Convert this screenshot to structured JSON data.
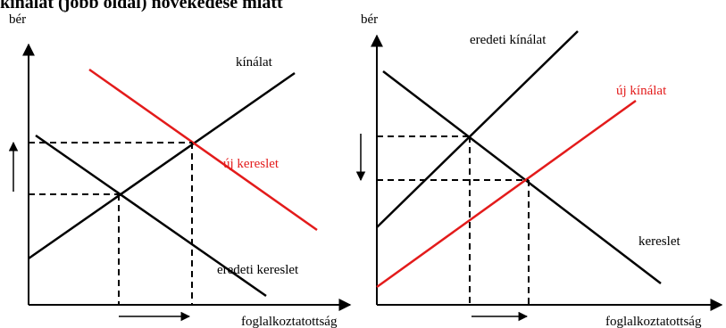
{
  "title": "kínálat (jobb oldal) növekedése miatt",
  "colors": {
    "black": "#000000",
    "red": "#e31b1b"
  },
  "left": {
    "y_label": "bér",
    "x_label": "foglalkoztatottság",
    "supply_label": "kínálat",
    "new_demand_label": "új kereslet",
    "orig_demand_label": "eredeti kereslet"
  },
  "right": {
    "y_label": "bér",
    "x_label": "foglalkoztatottság",
    "orig_supply_label": "eredeti kínálat",
    "new_supply_label": "új kínálat",
    "demand_label": "kereslet"
  }
}
